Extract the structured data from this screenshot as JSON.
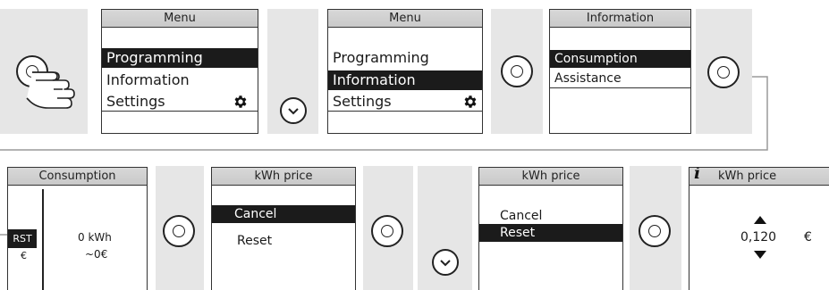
{
  "step1": {
    "menu_title": "Menu",
    "items": [
      "Programming",
      "Information",
      "Settings"
    ]
  },
  "step2": {
    "menu_title": "Menu",
    "items": [
      "Programming",
      "Information",
      "Settings"
    ]
  },
  "step3": {
    "title": "Information",
    "items": [
      "Consumption",
      "Assistance"
    ]
  },
  "step4": {
    "title": "Consumption",
    "labels": [
      "RST",
      "€"
    ],
    "values": [
      "0 kWh",
      "~0€"
    ]
  },
  "step5": {
    "title": "kWh price",
    "items": [
      "Cancel",
      "Reset"
    ]
  },
  "step6": {
    "title": "kWh price",
    "items": [
      "Cancel",
      "Reset"
    ]
  },
  "step7": {
    "info_symbol": "i",
    "title": "kWh price",
    "value": "0,120",
    "unit": "€"
  },
  "icons": [
    "press-finger-icon",
    "gear-icon",
    "knob-icon",
    "scroll-down-icon",
    "up-arrow-icon",
    "down-arrow-icon"
  ]
}
